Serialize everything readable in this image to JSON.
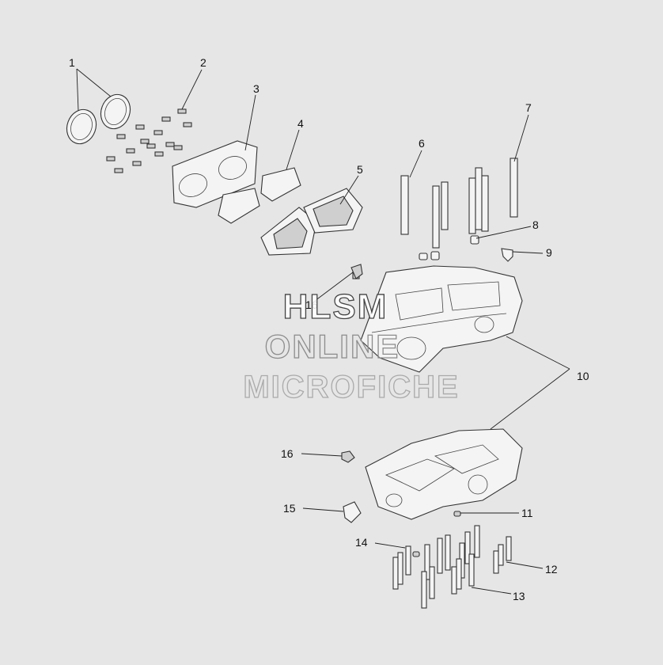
{
  "callouts": [
    {
      "id": "1",
      "label": "1"
    },
    {
      "id": "2",
      "label": "2"
    },
    {
      "id": "3",
      "label": "3"
    },
    {
      "id": "4",
      "label": "4"
    },
    {
      "id": "5",
      "label": "5"
    },
    {
      "id": "6",
      "label": "6"
    },
    {
      "id": "7",
      "label": "7"
    },
    {
      "id": "8",
      "label": "8"
    },
    {
      "id": "9",
      "label": "9"
    },
    {
      "id": "10",
      "label": "10"
    },
    {
      "id": "11",
      "label": "11"
    },
    {
      "id": "12",
      "label": "12"
    },
    {
      "id": "13",
      "label": "13"
    },
    {
      "id": "14",
      "label": "14"
    },
    {
      "id": "15",
      "label": "15"
    },
    {
      "id": "16",
      "label": "16"
    },
    {
      "id": "16b",
      "label": "16"
    }
  ],
  "watermark": {
    "line1": "HLSM",
    "line2": "ONLINE",
    "line3": "MICROFICHE"
  },
  "colors": {
    "background": "#e6e6e6",
    "line": "#333333",
    "watermark": "#8c8c8c"
  }
}
